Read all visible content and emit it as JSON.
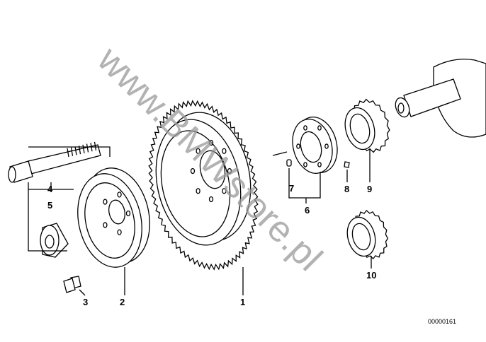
{
  "diagram": {
    "part_labels": [
      "1",
      "2",
      "3",
      "4",
      "5",
      "6",
      "7",
      "8",
      "9",
      "10"
    ],
    "drawing_code": "00000161",
    "watermark": "www.BMWstore.pl"
  }
}
